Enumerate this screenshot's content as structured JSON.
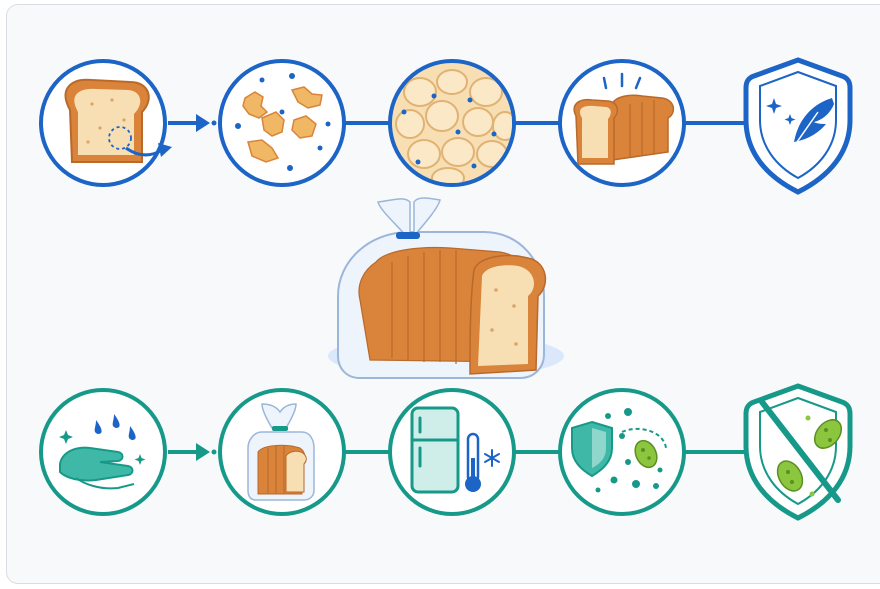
{
  "diagram": {
    "rows": [
      {
        "id": "top",
        "theme": "blue",
        "steps": [
          {
            "icon": "bread-slice-icon"
          },
          {
            "icon": "crumbs-icon"
          },
          {
            "icon": "crumb-structure-icon"
          },
          {
            "icon": "sliced-loaf-icon"
          }
        ],
        "outcome": {
          "icon": "shield-feather-icon"
        }
      },
      {
        "id": "bottom",
        "theme": "teal",
        "steps": [
          {
            "icon": "hand-washing-icon"
          },
          {
            "icon": "bagged-bread-icon"
          },
          {
            "icon": "fridge-thermometer-icon"
          },
          {
            "icon": "shield-microbes-icon"
          }
        ],
        "outcome": {
          "icon": "shield-no-bacteria-icon"
        }
      }
    ],
    "center": {
      "icon": "bagged-loaf-icon"
    }
  },
  "colors": {
    "blue": "#1c64c6",
    "teal": "#17998a",
    "bread_crust": "#d9843a",
    "bread_crumb": "#f7dfb3",
    "microbe_green": "#8cc63f",
    "background": "#f8f9fb",
    "frame_border": "#d9dde3"
  }
}
